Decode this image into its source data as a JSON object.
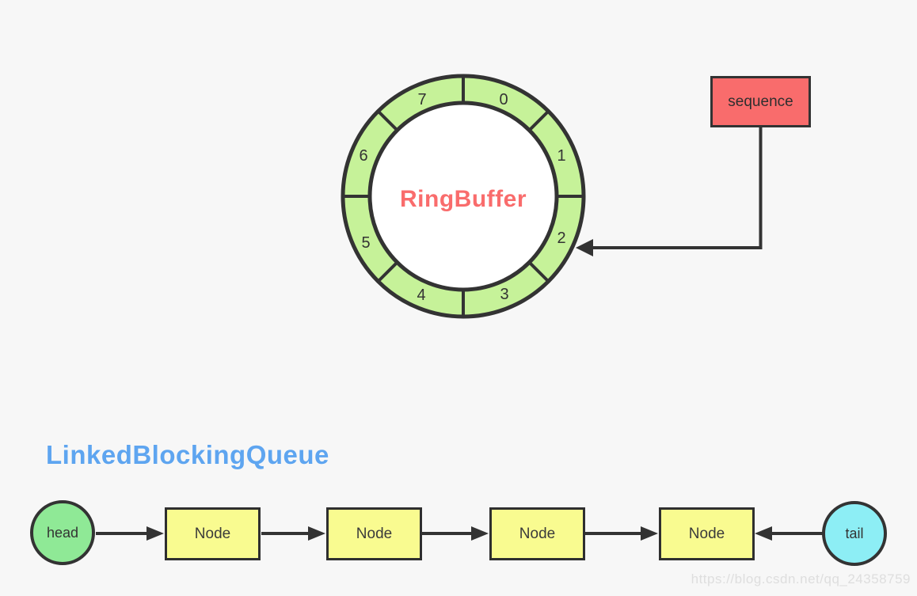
{
  "ring": {
    "label": "RingBuffer",
    "slots": [
      "0",
      "1",
      "2",
      "3",
      "4",
      "5",
      "6",
      "7"
    ]
  },
  "sequence": {
    "label": "sequence"
  },
  "queue": {
    "title": "LinkedBlockingQueue",
    "head_label": "head",
    "tail_label": "tail",
    "nodes": [
      {
        "label": "Node"
      },
      {
        "label": "Node"
      },
      {
        "label": "Node"
      },
      {
        "label": "Node"
      }
    ]
  },
  "watermark": "https://blog.csdn.net/qq_24358759",
  "colors": {
    "background": "#f7f7f7",
    "ring_fill": "#c6f299",
    "ring_inner_fill": "#ffffff",
    "outline_dark": "#333333",
    "accent_red": "#f96c6c",
    "title_blue": "#5ea5f0",
    "node_yellow": "#f9fb90",
    "head_green": "#8fe996",
    "tail_cyan": "#8deef5",
    "watermark_gray": "#dedede"
  }
}
